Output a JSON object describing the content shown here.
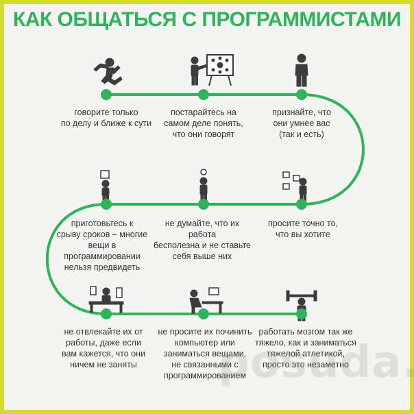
{
  "title": "КАК ОБЩАТЬСЯ С ПРОГРАММИСТАМИ",
  "watermark": "posuda.ru",
  "colors": {
    "accent": "#2fb45a",
    "frame": "#d4dd2c",
    "icon": "#3c3c3c",
    "text": "#333333",
    "background": "#f4f4f2"
  },
  "steps": [
    {
      "icon": "running-man-icon",
      "caption": "говорите только\nпо делу и ближе к сути"
    },
    {
      "icon": "presenter-icon",
      "caption": "постарайтесь на\nсамом деле понять,\nчто они говорят"
    },
    {
      "icon": "standing-man-icon",
      "caption": "признайте, что\nони умнее вас\n(так и есть)"
    },
    {
      "icon": "thinking-man-icon",
      "caption": "просите точно то,\nчто вы хотите"
    },
    {
      "icon": "idea-man-icon",
      "caption": "не думайте, что их работа\nбесполезна и не ставьте\nсебя выше них"
    },
    {
      "icon": "calendar-man-icon",
      "caption": "приготовьтесь к\nсрыву сроков – многие\nвещи в программировании\nнельзя предвидеть"
    },
    {
      "icon": "desk-worker-icon",
      "caption": "не отвлекайте их от\nработы, даже если\nвам кажется, что они\nничем не заняты"
    },
    {
      "icon": "computer-user-icon",
      "caption": "не просите их починить\nкомпьютер или\nзаниматься вещами,\nне связанными с\nпрограммированием"
    },
    {
      "icon": "weightlifter-icon",
      "caption": "работать мозгом так же\nтяжело, как и заниматься\nтяжелой атлетикой,\nпросто это незаметно"
    }
  ]
}
